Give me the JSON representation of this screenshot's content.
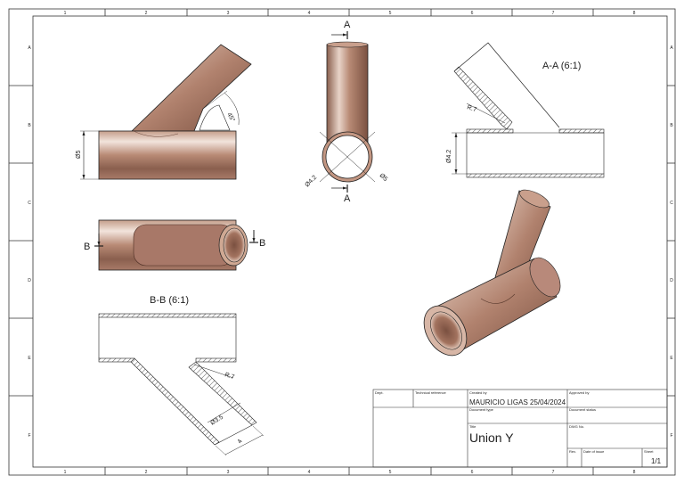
{
  "zones": {
    "columns": [
      "1",
      "2",
      "3",
      "4",
      "5",
      "6",
      "7",
      "8"
    ],
    "rows": [
      "A",
      "B",
      "C",
      "D",
      "E",
      "F"
    ]
  },
  "views": {
    "section_aa_title": "A-A (6:1)",
    "section_bb_title": "B-B (6:1)",
    "cut_a": "A",
    "cut_b": "B"
  },
  "dimensions": {
    "angle": "45°",
    "outer_diameter_front": "Ø5",
    "radius_aa": "R.7",
    "inner_diameter_aa": "Ø4.2",
    "inner_diameter_top": "Ø4.2",
    "outer_diameter_top": "Ø5",
    "radius_bb": "R.7",
    "branch_diameter_bb": "Ø3.5",
    "branch_length_bb": "4"
  },
  "title_block": {
    "dept_label": "Dept.",
    "technical_reference_label": "Technical reference",
    "created_by_label": "Created by",
    "created_by_value": "MAURICIO LIGAS 25/04/2024",
    "approved_by_label": "Approved by",
    "document_type_label": "Document type",
    "document_status_label": "Document status",
    "title_label": "Title",
    "title_value": "Union Y",
    "dwg_no_label": "DWG No.",
    "rev_label": "Rev.",
    "date_of_issue_label": "Date of issue",
    "sheet_label": "Sheet",
    "sheet_value": "1/1"
  }
}
